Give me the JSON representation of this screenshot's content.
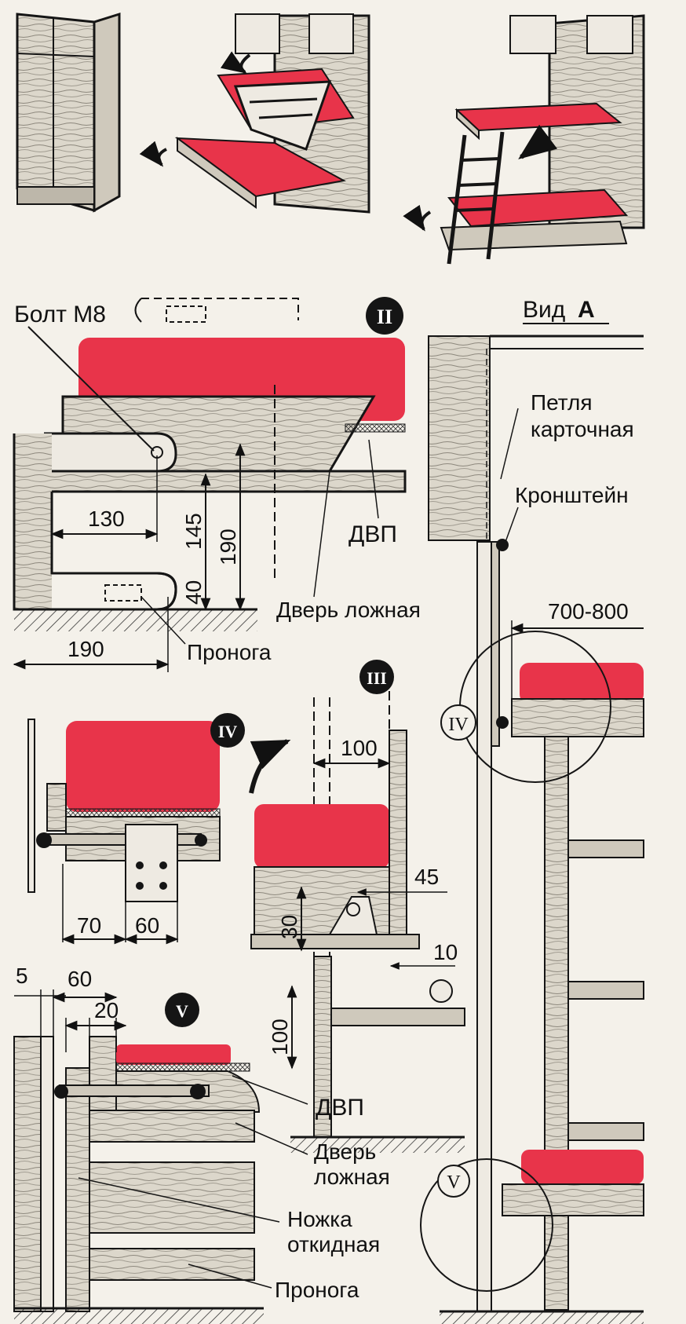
{
  "colors": {
    "paper": "#f4f1ea",
    "ink": "#151515",
    "wood": "#d9d4c8",
    "mattress": "#e8344a",
    "hatch": "#8a857c"
  },
  "labels": {
    "bolt": "Болт М8",
    "view_a": "Вид",
    "view_a_letter": "А",
    "hinge_line1": "Петля",
    "hinge_line2": "карточная",
    "bracket": "Кронштейн",
    "dvp_top": "ДВП",
    "false_door_mid": "Дверь ложная",
    "pronoga_top": "Пронога",
    "dvp_bottom": "ДВП",
    "false_door_bottom_line1": "Дверь",
    "false_door_bottom_line2": "ложная",
    "leg_line1": "Ножка",
    "leg_line2": "откидная",
    "pronoga_bottom": "Пронога"
  },
  "markers": {
    "II": "II",
    "III": "III",
    "IV_detail": "IV",
    "IV_callout": "IV",
    "V_detail": "V",
    "V_callout": "V"
  },
  "dimensions": {
    "d130": "130",
    "d145": "145",
    "d190_vert": "190",
    "d40": "40",
    "d190_horiz": "190",
    "d700_800": "700-800",
    "d100_top": "100",
    "d45": "45",
    "d30": "30",
    "d10": "10",
    "d70": "70",
    "d60_iv": "60",
    "d100_side": "100",
    "d5": "5",
    "d60_v": "60",
    "d20": "20"
  }
}
